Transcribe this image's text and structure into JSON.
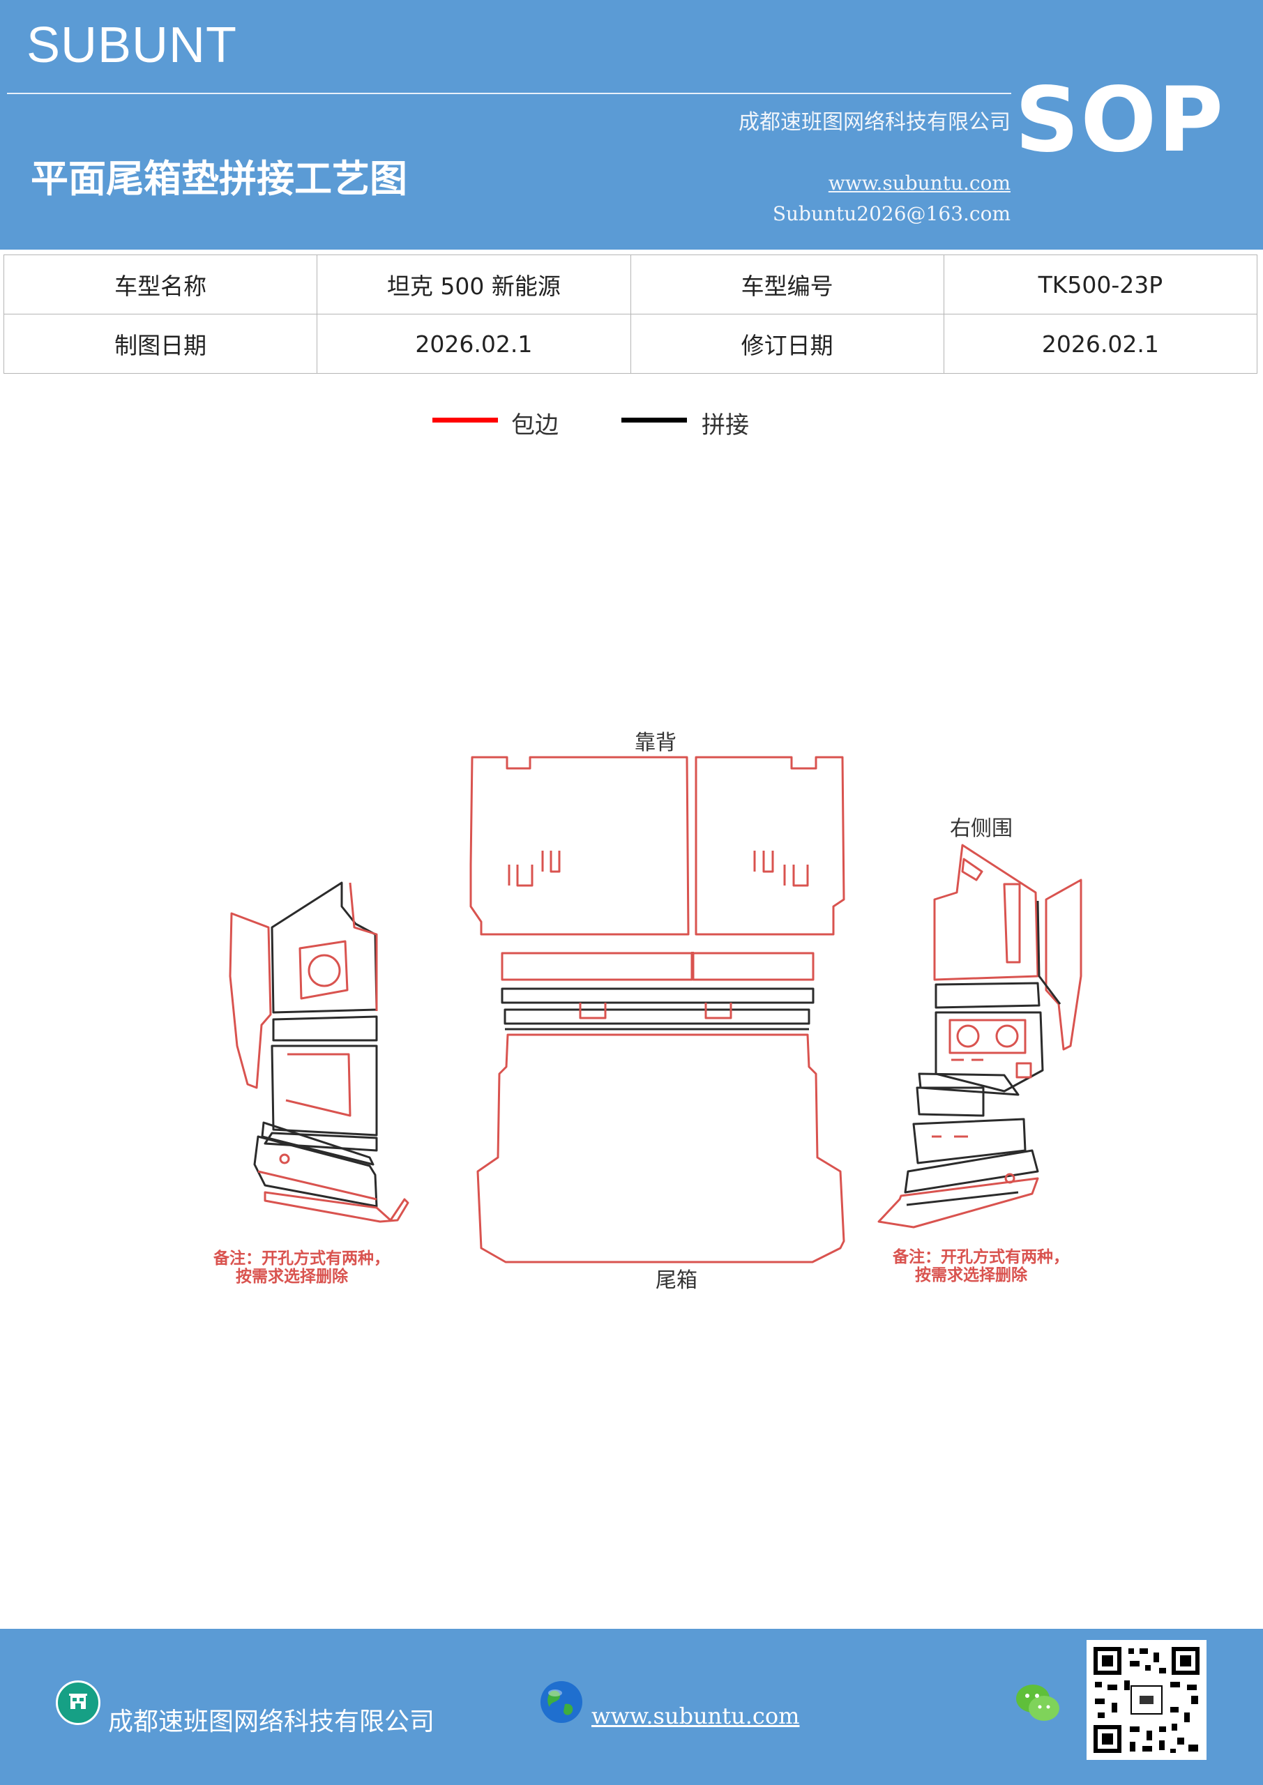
{
  "header": {
    "brand": "SUBUNT",
    "badge": "SOP",
    "company": "成都速班图网络科技有限公司",
    "title": "平面尾箱垫拼接工艺图",
    "website": "www.subuntu.com",
    "email": "Subuntu2026@163.com"
  },
  "info_table": {
    "row1": {
      "label1": "车型名称",
      "value1": "坦克 500 新能源",
      "label2": "车型编号",
      "value2": "TK500-23P"
    },
    "row2": {
      "label1": "制图日期",
      "value1": "2026.02.1",
      "label2": "修订日期",
      "value2": "2026.02.1"
    }
  },
  "legend": {
    "edge_label": "包边",
    "edge_color": "#ff0000",
    "splice_label": "拼接",
    "splice_color": "#000000"
  },
  "diagram": {
    "label_backrest": "靠背",
    "label_right_side": "右侧围",
    "label_trunk": "尾箱",
    "note_left": "备注：开孔方式有两种，\n    按需求选择删除",
    "note_right": "备注：开孔方式有两种，\n    按需求选择删除",
    "edge_color": "#d9534f",
    "splice_color": "#2b2b2b"
  },
  "footer": {
    "company": "成都速班图网络科技有限公司",
    "website": "www.subuntu.com "
  }
}
